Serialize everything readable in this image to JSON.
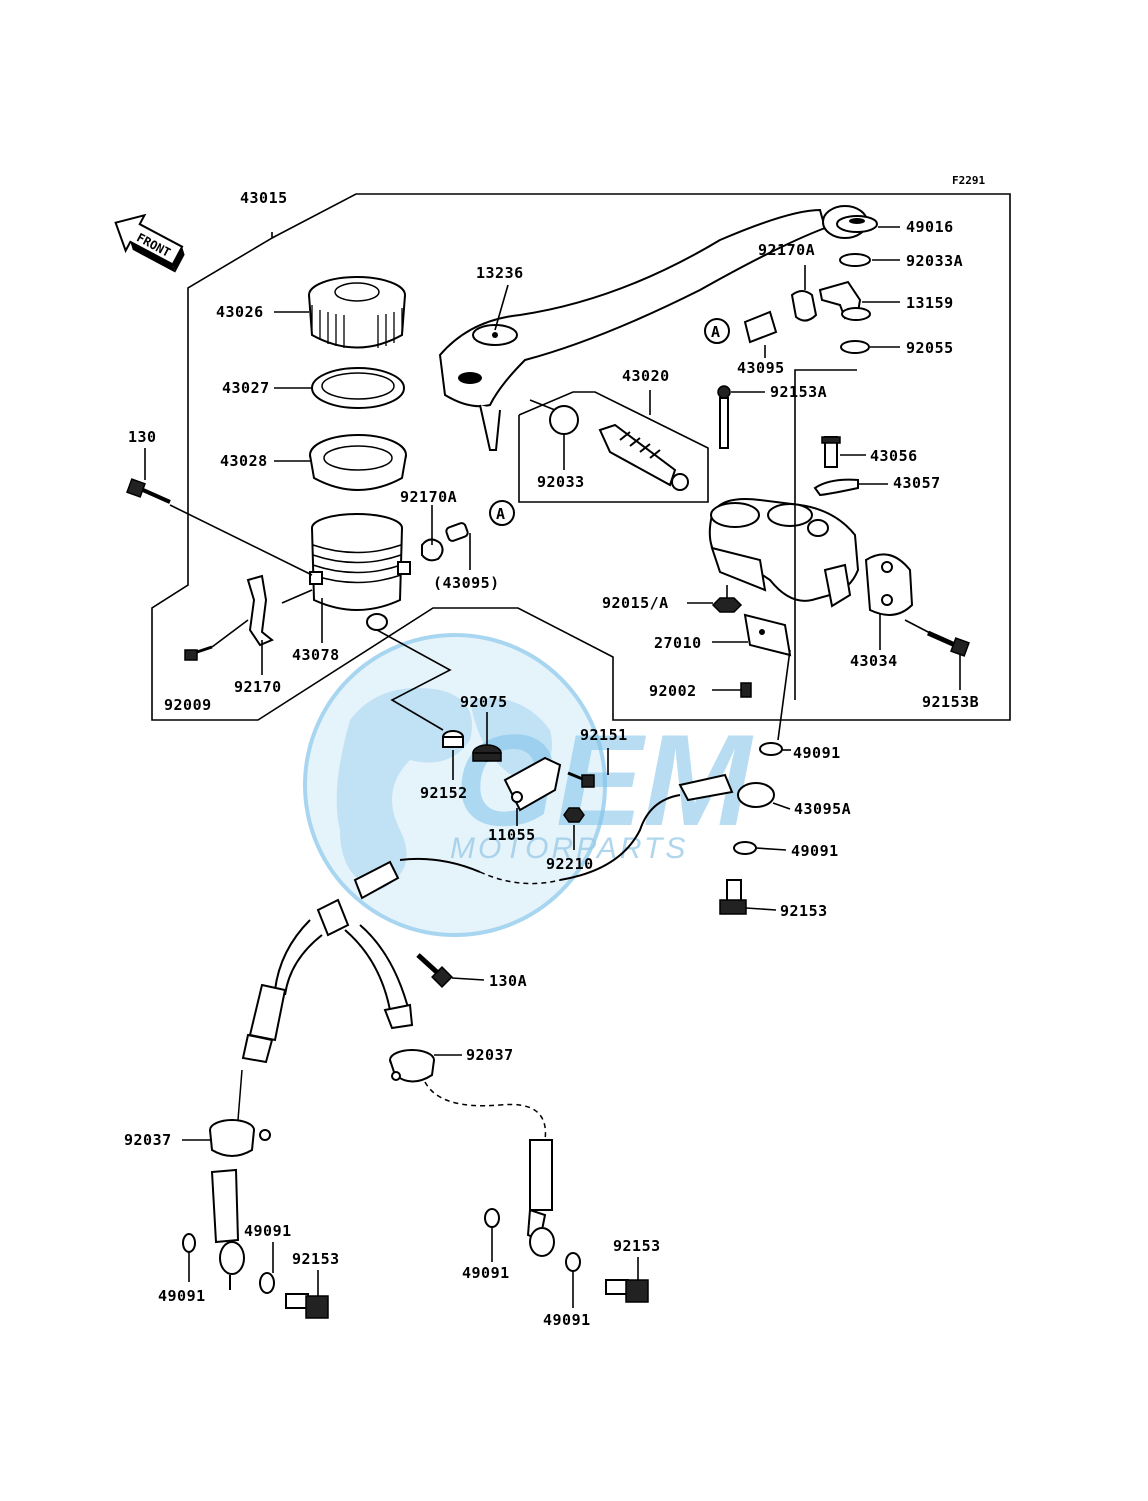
{
  "figure_code": "F2291",
  "front_arrow_label": "FRONT",
  "watermark": {
    "logo_text": "GEM",
    "sub_text": "MOTORPARTS"
  },
  "ref_marker": "A",
  "parts": [
    "43015",
    "43026",
    "43027",
    "43028",
    "130",
    "92170A",
    "(43095)",
    "43078",
    "92170",
    "92009",
    "13236",
    "43020",
    "92033",
    "49016",
    "92033A",
    "13159",
    "92055",
    "43095",
    "92153A",
    "43056",
    "43057",
    "92015/A",
    "27010",
    "92002",
    "43034",
    "92153B",
    "49091",
    "43095A",
    "92153",
    "92075",
    "92151",
    "92152",
    "11055",
    "92210",
    "130A",
    "92037"
  ],
  "labels": {
    "p43015": "43015",
    "p43026": "43026",
    "p43027": "43027",
    "p43028": "43028",
    "p130": "130",
    "p92170A_left": "92170A",
    "p43095_paren": "(43095)",
    "p43078": "43078",
    "p92170": "92170",
    "p92009": "92009",
    "p13236": "13236",
    "p43020": "43020",
    "p92033": "92033",
    "p49016": "49016",
    "p92170A_right": "92170A",
    "p92033A": "92033A",
    "p13159": "13159",
    "p43095": "43095",
    "p92055": "92055",
    "p92153A": "92153A",
    "p43056": "43056",
    "p43057": "43057",
    "p92015A": "92015/A",
    "p27010": "27010",
    "p92002": "92002",
    "p43034": "43034",
    "p92153B": "92153B",
    "p49091_a": "49091",
    "p43095A": "43095A",
    "p49091_b": "49091",
    "p92153_a": "92153",
    "p92075": "92075",
    "p92151": "92151",
    "p92152": "92152",
    "p11055": "11055",
    "p92210": "92210",
    "p130A": "130A",
    "p92037_a": "92037",
    "p92037_b": "92037",
    "p49091_c": "49091",
    "p49091_d": "49091",
    "p92153_b": "92153",
    "p49091_e": "49091",
    "p49091_f": "49091",
    "p92153_c": "92153"
  }
}
